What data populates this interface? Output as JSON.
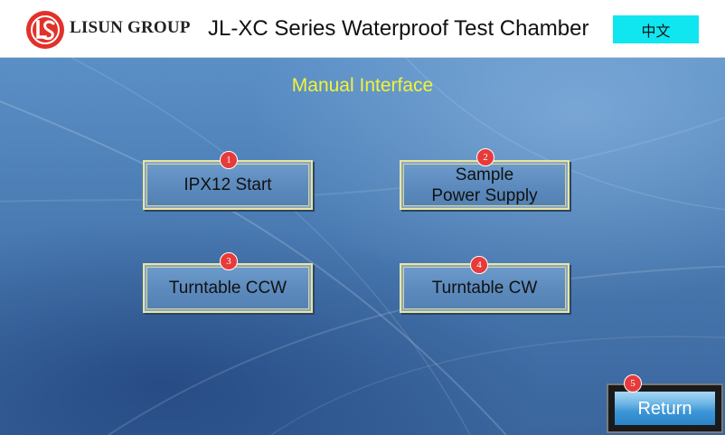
{
  "header": {
    "brand": "LISUN GROUP",
    "title": "JL-XC Series Waterproof Test Chamber",
    "language_button": "中文",
    "logo_icon": "ls-logo-icon"
  },
  "page": {
    "title": "Manual Interface"
  },
  "buttons": [
    {
      "badge": "1",
      "lines": [
        "IPX12 Start"
      ]
    },
    {
      "badge": "2",
      "lines": [
        "Sample",
        "Power Supply"
      ]
    },
    {
      "badge": "3",
      "lines": [
        "Turntable CCW"
      ]
    },
    {
      "badge": "4",
      "lines": [
        "Turntable CW"
      ]
    }
  ],
  "return_button": {
    "badge": "5",
    "label": "Return"
  },
  "colors": {
    "title_yellow": "#f2f23a",
    "language_button_bg": "#10e6f0",
    "badge_red": "#e83a3a"
  }
}
